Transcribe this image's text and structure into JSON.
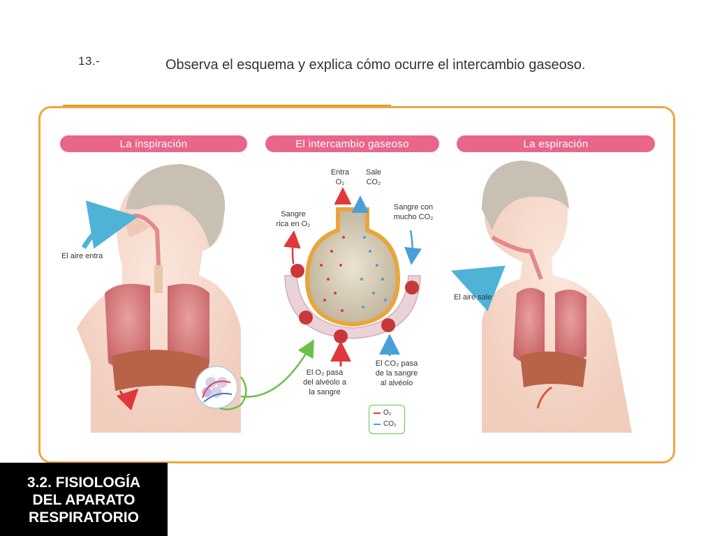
{
  "question": {
    "number": "13.-",
    "text": "Observa el esquema y explica cómo ocurre el intercambio gaseoso."
  },
  "sections": {
    "inspiration": {
      "title": "La inspiración",
      "air_label": "El aire entra"
    },
    "exchange": {
      "title": "El intercambio gaseoso",
      "enters_line1": "Entra",
      "enters_line2": "O₂",
      "exits_line1": "Sale",
      "exits_line2": "CO₂",
      "o2_rich_line1": "Sangre",
      "o2_rich_line2": "rica en O₂",
      "co2_rich_line1": "Sangre con",
      "co2_rich_line2": "mucho CO₂",
      "o2_passes_line1": "El O₂ pasa",
      "o2_passes_line2": "del alvéolo a",
      "o2_passes_line3": "la sangre",
      "co2_passes_line1": "El CO₂ pasa",
      "co2_passes_line2": "de la sangre",
      "co2_passes_line3": "al alvéolo",
      "legend_o2": "O₂",
      "legend_co2": "CO₂"
    },
    "expiration": {
      "title": "La espiración",
      "air_label": "El aire sale"
    }
  },
  "footer": {
    "title": "3.2. FISIOLOGÍA\nDEL APARATO\nRESPIRATORIO"
  },
  "colors": {
    "accent_orange": "#f2a53c",
    "header_pink": "#e9668a",
    "oxygen_red": "#e0383c",
    "co2_blue": "#4a9fd8",
    "arrow_green": "#6cbf4a",
    "footer_bg": "#000000"
  }
}
